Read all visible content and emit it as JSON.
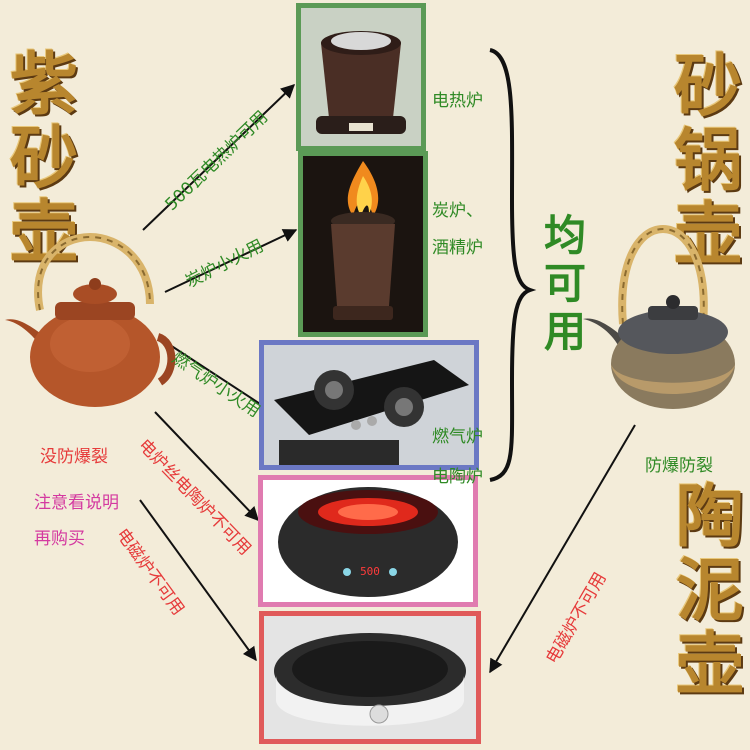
{
  "left_title": "紫砂壶",
  "right_title_top": "砂锅壶",
  "right_title_bottom": "陶泥壶",
  "uniform_label": "均可用",
  "stoves": {
    "electric": "电热炉",
    "charcoal_line1": "炭炉、",
    "charcoal_line2": "酒精炉",
    "gas": "燃气炉",
    "ceramic": "电陶炉"
  },
  "arrow_labels": {
    "electric_500w": "500瓦电热炉可用",
    "charcoal_low": "炭炉小火用",
    "gas_low": "燃气炉小火用",
    "ceramic_no": "电炉丝电陶炉不可用",
    "induction_no_left": "电磁炉不可用",
    "induction_no_right": "电磁炉不可用"
  },
  "notes_left": {
    "no_explosion_proof": "没防爆裂",
    "read_instructions": "注意看说明",
    "then_buy": "再购买"
  },
  "note_right": "防爆防裂",
  "ceramic_display": "500",
  "colors": {
    "green": "#2f8a25",
    "red": "#e63a3a",
    "pink": "#d43aa0",
    "gold": "#b8862e",
    "border_green": "#5b9a56",
    "border_blue": "#6b78c4",
    "border_pink": "#e07bb0",
    "border_red": "#e05a5a"
  }
}
